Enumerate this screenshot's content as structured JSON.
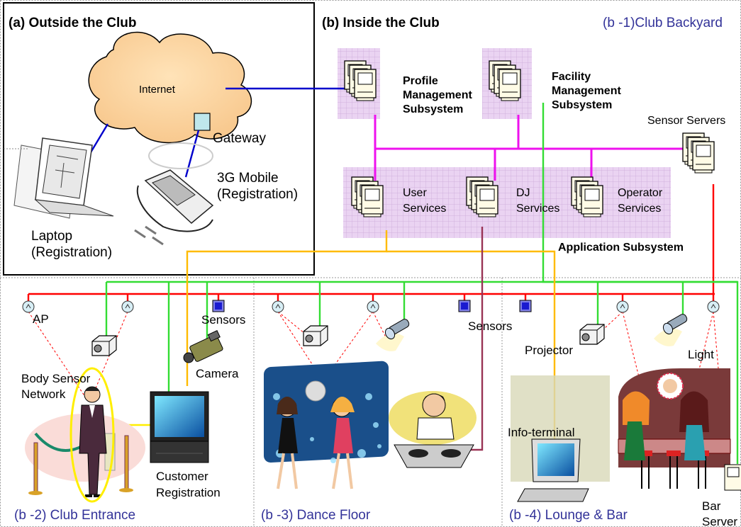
{
  "sections": {
    "outside": "(a) Outside the Club",
    "inside": "(b) Inside the Club",
    "backyard": "(b -1)Club Backyard",
    "entrance": "(b -2) Club Entrance",
    "dance_floor": "(b -3) Dance Floor",
    "lounge": "(b -4) Lounge & Bar"
  },
  "outside": {
    "internet": "Internet",
    "gateway": "Gateway",
    "mobile": [
      "3G Mobile",
      "(Registration)"
    ],
    "laptop": [
      "Laptop",
      "(Registration)"
    ]
  },
  "backyard": {
    "profile": [
      "Profile",
      "Management",
      "Subsystem"
    ],
    "facility": [
      "Facility",
      "Management",
      "Subsystem"
    ],
    "sensor_servers": "Sensor Servers",
    "user_services": [
      "User",
      "Services"
    ],
    "dj_services": [
      "DJ",
      "Services"
    ],
    "operator_services": [
      "Operator",
      "Services"
    ],
    "application_subsystem": "Application Subsystem"
  },
  "floor": {
    "ap": "AP",
    "sensors_1": "Sensors",
    "sensors_2": "Sensors",
    "camera": "Camera",
    "body_sensor": [
      "Body Sensor",
      "Network"
    ],
    "customer_registration": [
      "Customer",
      "Registration"
    ],
    "projector": "Projector",
    "light": "Light",
    "info_terminal": "Info-terminal",
    "bar_server": [
      "Bar",
      "Server"
    ]
  },
  "colors": {
    "red_net": "#ff0000",
    "green_net": "#33dd33",
    "magenta_net": "#ee11ee",
    "orange_net": "#ffbb00",
    "blue_link": "#0000cc",
    "section_blue": "#333399"
  }
}
